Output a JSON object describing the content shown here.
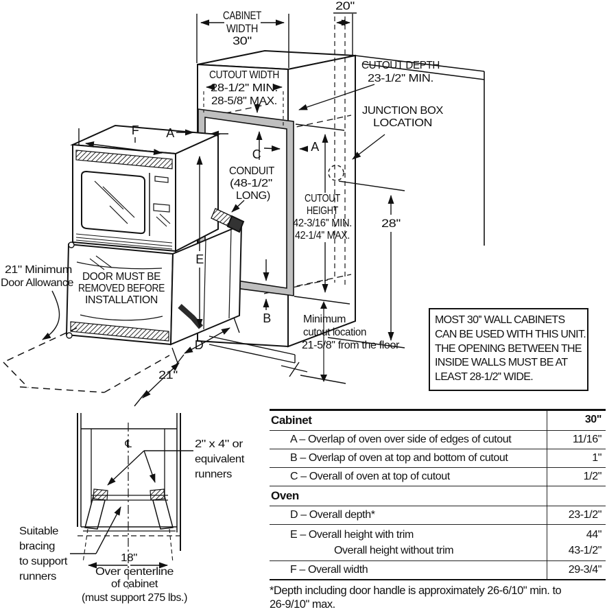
{
  "colors": {
    "line": "#111111",
    "frame_gray": "#bfbfbf",
    "background": "#ffffff"
  },
  "diagram": {
    "cabinet_width": [
      "CABINET",
      "WIDTH",
      "30''"
    ],
    "top_depth": "20''",
    "cutout_width": [
      "CUTOUT WIDTH",
      "28-1/2'' MIN.",
      "28-5/8'' MAX."
    ],
    "cutout_depth": [
      "CUTOUT DEPTH",
      "23-1/2'' MIN."
    ],
    "junction_box": [
      "JUNCTION BOX",
      "LOCATION"
    ],
    "conduit": [
      "CONDUIT",
      "(48-1/2''",
      "LONG)"
    ],
    "cutout_height": [
      "CUTOUT",
      "HEIGHT",
      "42-3/16'' MIN.",
      "42-1/4'' MAX."
    ],
    "junction_height": "28''",
    "door_allowance": [
      "21\" Minimum",
      "Door Allowance"
    ],
    "door_warning": [
      "DOOR MUST BE",
      "REMOVED BEFORE",
      "INSTALLATION"
    ],
    "min_cutout_location": [
      "Minimum",
      "cutout location",
      "21-5/8'' from the floor"
    ],
    "door_depth": "21''",
    "ref": {
      "a": "A",
      "b": "B",
      "c": "C",
      "d": "D",
      "e": "E",
      "f": "F"
    }
  },
  "note_box": {
    "lines": [
      "MOST 30'' WALL CABINETS",
      "CAN BE USED WITH THIS UNIT.",
      "THE OPENING BETWEEN THE",
      "INSIDE WALLS MUST BE AT",
      "LEAST 28-1/2'' WIDE."
    ]
  },
  "bracing": {
    "centerline_symbol": "℄",
    "runner_label": [
      "2\" x  4\" or",
      "equivalent",
      "runners"
    ],
    "bracing_label": [
      "Suitable",
      "bracing",
      "to support",
      "runners"
    ],
    "width_dim": "18\"",
    "center_note": [
      "Over centerline",
      "of cabinet",
      "(must support 275 lbs.)"
    ]
  },
  "table": {
    "header": {
      "label": "Cabinet",
      "value": "30\""
    },
    "rows": [
      {
        "label": "A –  Overlap of oven over side of edges of cutout",
        "value": "11/16\""
      },
      {
        "label": "B –  Overlap of oven at top and bottom of cutout",
        "value": "1\""
      },
      {
        "label": "C –  Overall of oven at top of cutout",
        "value": "1/2\""
      }
    ],
    "section2": "Oven",
    "rows2": [
      {
        "label": "D –  Overall depth*",
        "value": "23-1/2\""
      },
      {
        "label": "E –  Overall height with trim",
        "value": "44\"",
        "label2": "Overall height without trim",
        "value2": "43-1/2\""
      },
      {
        "label": "F  –  Overall width",
        "value": "29-3/4\""
      }
    ],
    "footnote": [
      "*Depth including door handle is approximately 26-6/10\" min. to",
      "26-9/10\" max."
    ]
  }
}
